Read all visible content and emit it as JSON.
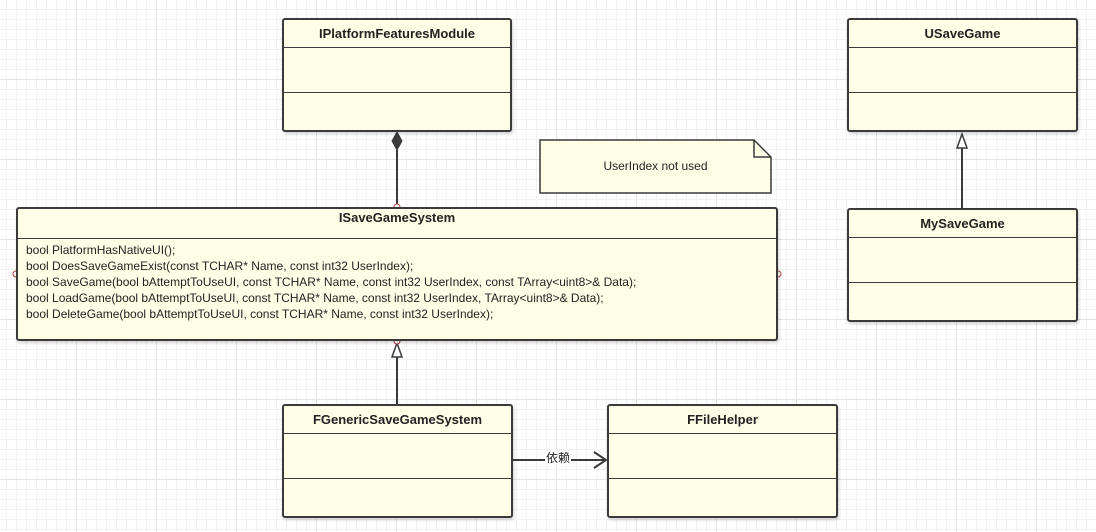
{
  "diagram": {
    "classes": {
      "platform_features_module": {
        "name": "IPlatformFeaturesModule",
        "methods": []
      },
      "usave_game": {
        "name": "USaveGame",
        "methods": []
      },
      "isave_game_system": {
        "name": "ISaveGameSystem",
        "methods": [
          "bool PlatformHasNativeUI();",
          "bool DoesSaveGameExist(const TCHAR* Name, const int32 UserIndex);",
          "bool SaveGame(bool bAttemptToUseUI, const TCHAR* Name, const int32 UserIndex, const TArray<uint8>& Data);",
          "bool LoadGame(bool bAttemptToUseUI, const TCHAR* Name, const int32 UserIndex, TArray<uint8>& Data);",
          "bool DeleteGame(bool bAttemptToUseUI, const TCHAR* Name, const int32 UserIndex);"
        ]
      },
      "my_save_game": {
        "name": "MySaveGame",
        "methods": []
      },
      "fgeneric_save_game_system": {
        "name": "FGenericSaveGameSystem",
        "methods": []
      },
      "ffile_helper": {
        "name": "FFileHelper",
        "methods": []
      }
    },
    "note": {
      "text": "UserIndex not used"
    },
    "relationships": [
      {
        "from": "isave_game_system",
        "to": "platform_features_module",
        "type": "composition"
      },
      {
        "from": "my_save_game",
        "to": "usave_game",
        "type": "generalization"
      },
      {
        "from": "fgeneric_save_game_system",
        "to": "isave_game_system",
        "type": "generalization"
      },
      {
        "from": "fgeneric_save_game_system",
        "to": "ffile_helper",
        "type": "dependency",
        "label": "依赖"
      }
    ],
    "colors": {
      "class_fill": "#ffffe8",
      "line": "#3a3a3a",
      "background": "#ffffff"
    }
  }
}
